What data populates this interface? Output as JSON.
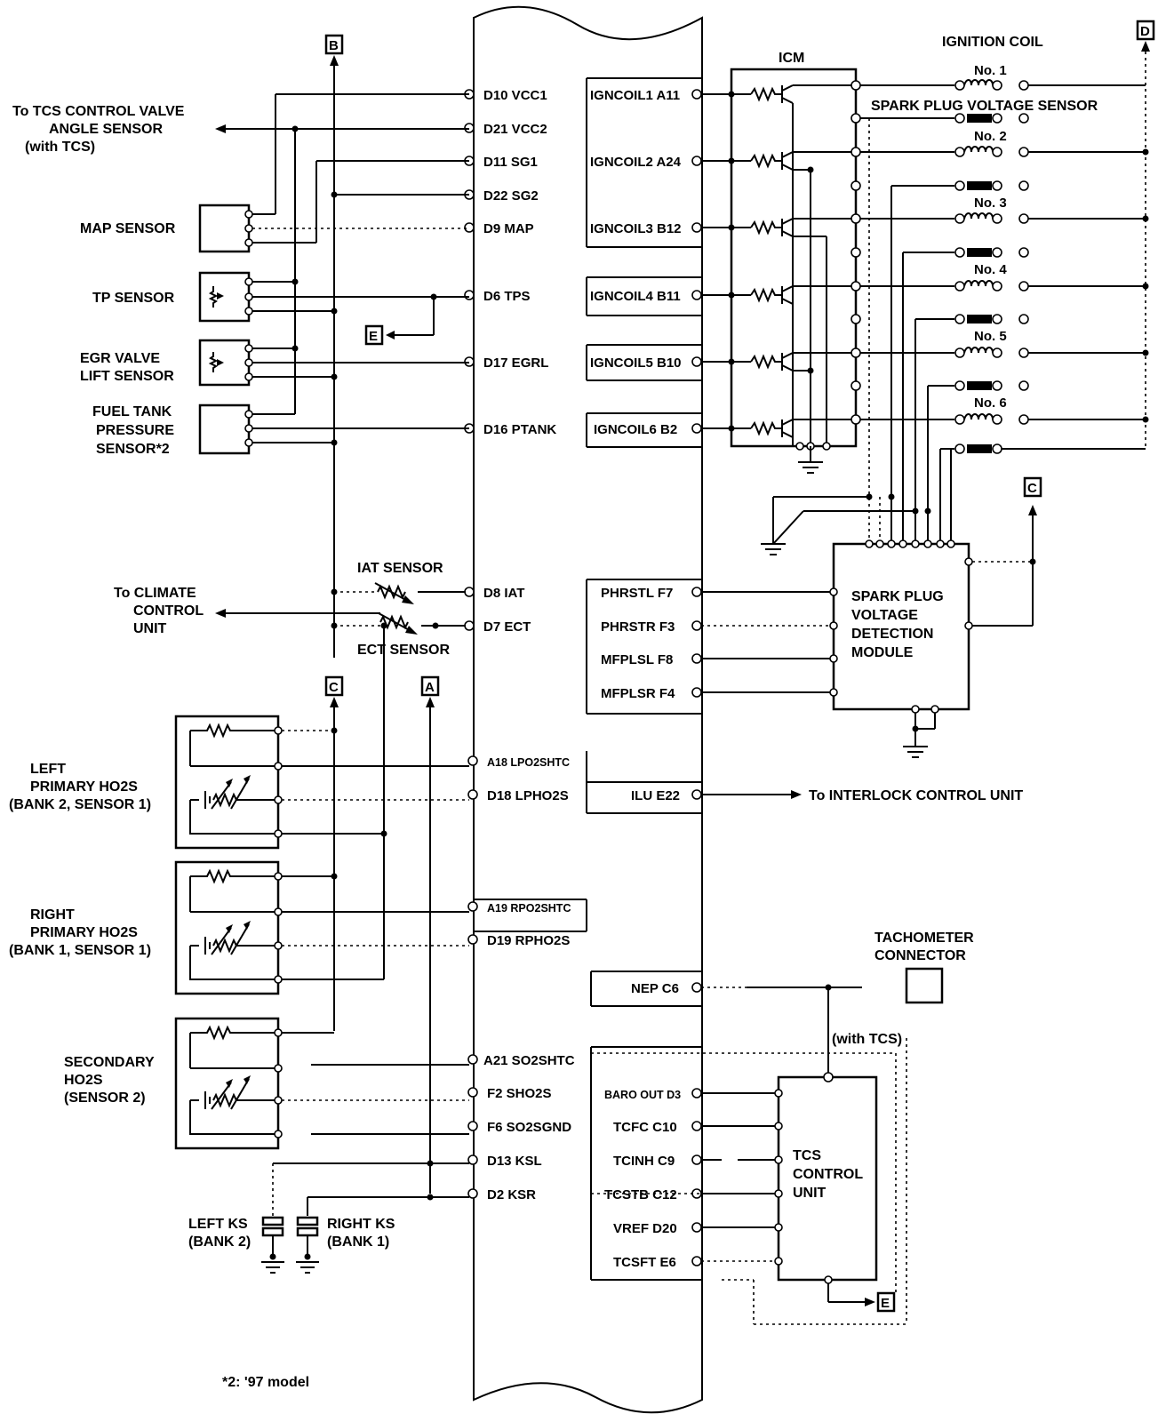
{
  "connector_refs": {
    "b": "B",
    "d": "D",
    "e": "E",
    "c": "C",
    "a": "A"
  },
  "components": {
    "icm": "ICM",
    "ignition_coil": "IGNITION COIL",
    "spark_plug_voltage_sensor": "SPARK PLUG VOLTAGE SENSOR",
    "map_sensor": "MAP SENSOR",
    "tp_sensor": "TP SENSOR",
    "egr_valve_lift_sensor": [
      "EGR VALVE",
      "LIFT SENSOR"
    ],
    "fuel_tank_pressure_sensor": [
      "FUEL TANK",
      "PRESSURE",
      "SENSOR*2"
    ],
    "iat_sensor": "IAT SENSOR",
    "ect_sensor": "ECT SENSOR",
    "spark_plug_voltage_detection_module": [
      "SPARK PLUG",
      "VOLTAGE",
      "DETECTION",
      "MODULE"
    ],
    "left_primary_ho2s": [
      "LEFT",
      "PRIMARY HO2S",
      "(BANK 2, SENSOR 1)"
    ],
    "right_primary_ho2s": [
      "RIGHT",
      "PRIMARY HO2S",
      "(BANK 1, SENSOR 1)"
    ],
    "secondary_ho2s": [
      "SECONDARY",
      "HO2S",
      "(SENSOR 2)"
    ],
    "tachometer_connector": [
      "TACHOMETER",
      "CONNECTOR"
    ],
    "tcs_control_unit": [
      "TCS",
      "CONTROL",
      "UNIT"
    ],
    "left_ks": [
      "LEFT KS",
      "(BANK 2)"
    ],
    "right_ks": [
      "RIGHT KS",
      "(BANK 1)"
    ]
  },
  "destinations": {
    "tcs_valve": [
      "To TCS CONTROL VALVE",
      "ANGLE SENSOR",
      "(with TCS)"
    ],
    "climate": [
      "To CLIMATE",
      "CONTROL",
      "UNIT"
    ],
    "interlock": "To INTERLOCK CONTROL UNIT",
    "with_tcs": "(with TCS)"
  },
  "coils": [
    "No. 1",
    "No. 2",
    "No. 3",
    "No. 4",
    "No. 5",
    "No. 6"
  ],
  "ecm_left_pins": [
    "D10 VCC1",
    "D21 VCC2",
    "D11 SG1",
    "D22 SG2",
    "D9 MAP",
    "D6 TPS",
    "D17 EGRL",
    "D16 PTANK",
    "D8 IAT",
    "D7 ECT",
    "A18 LPO2SHTC",
    "D18 LPHO2S",
    "A19 RPO2SHTC",
    "D19 RPHO2S",
    "A21 SO2SHTC",
    "F2 SHO2S",
    "F6 SO2SGND",
    "D13 KSL",
    "D2 KSR"
  ],
  "ecm_right_pins": [
    "IGNCOIL1 A11",
    "IGNCOIL2 A24",
    "IGNCOIL3 B12",
    "IGNCOIL4 B11",
    "IGNCOIL5 B10",
    "IGNCOIL6 B2",
    "PHRSTL F7",
    "PHRSTR F3",
    "MFPLSL F8",
    "MFPLSR F4",
    "ILU E22",
    "NEP C6",
    "BARO OUT D3",
    "TCFC C10",
    "TCINH C9",
    "TCSTB C12",
    "VREF D20",
    "TCSFT E6"
  ],
  "footnote": "*2: '97 model"
}
